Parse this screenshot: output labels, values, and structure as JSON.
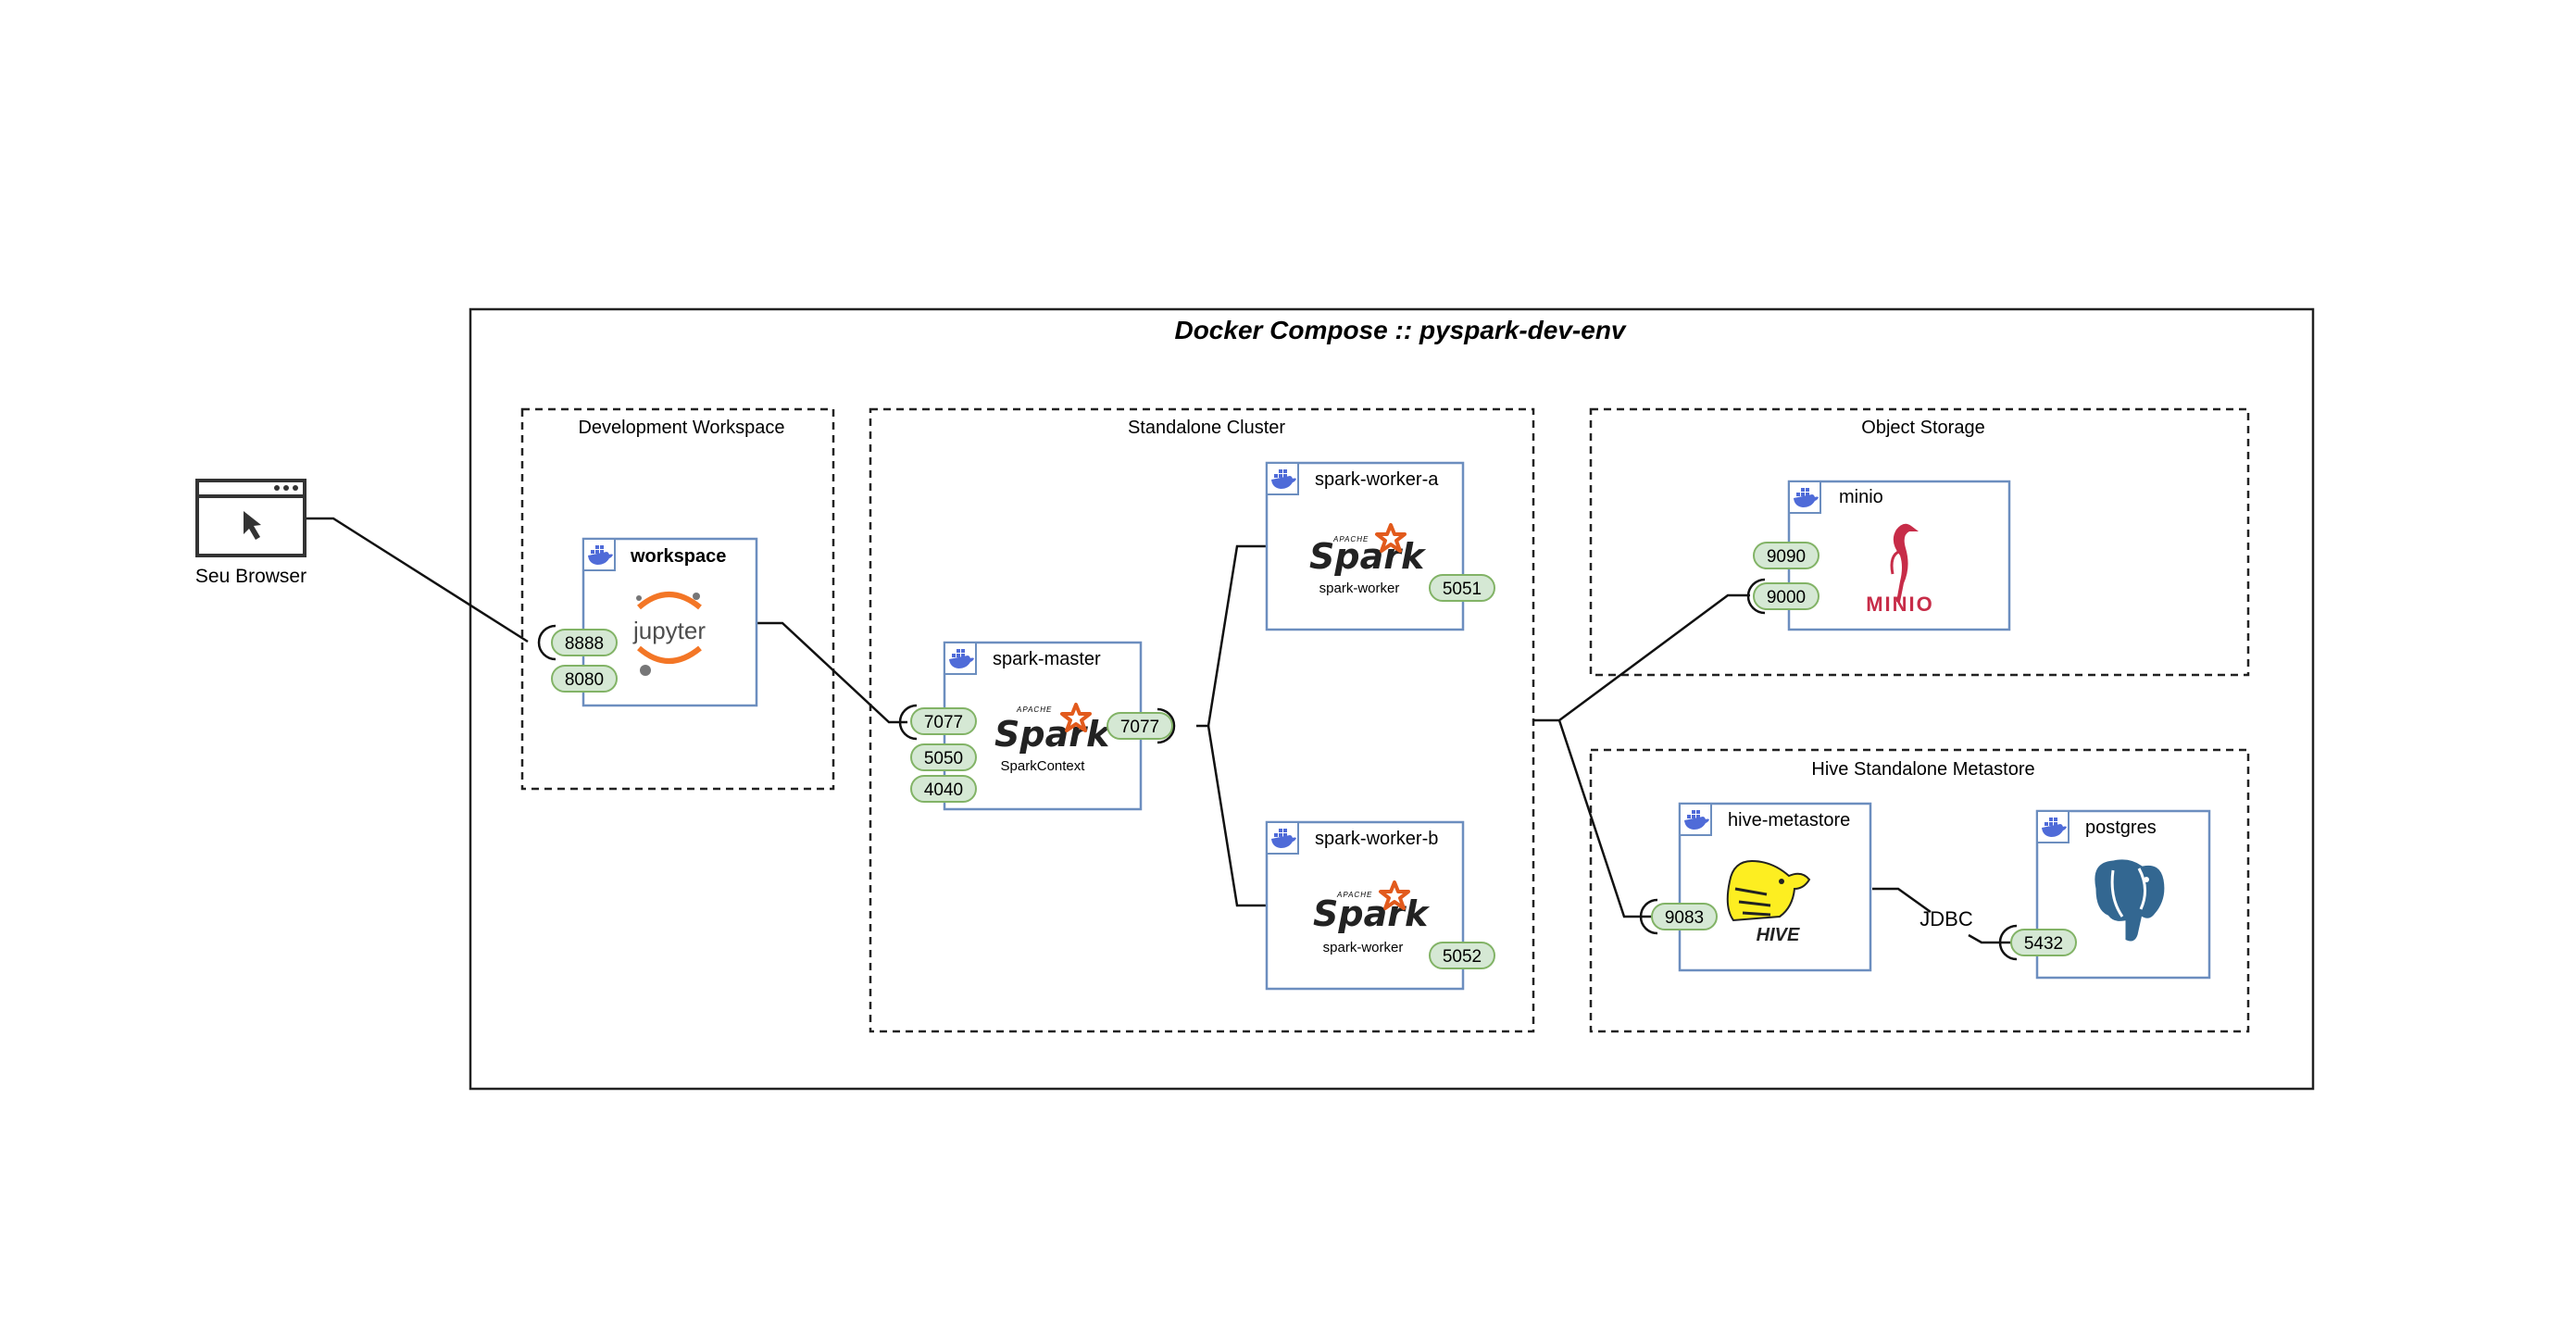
{
  "title": "Docker Compose :: pyspark-dev-env",
  "browser": {
    "label": "Seu Browser",
    "icon": "browser-window-cursor-icon"
  },
  "groups": [
    {
      "id": "dev",
      "label": "Development Workspace"
    },
    {
      "id": "cluster",
      "label": "Standalone Cluster"
    },
    {
      "id": "storage",
      "label": "Object Storage"
    },
    {
      "id": "hive",
      "label": "Hive Standalone Metastore"
    }
  ],
  "services": {
    "workspace": {
      "name": "workspace",
      "logo": "jupyter-logo",
      "logo_text": "jupyter",
      "ports": [
        "8888",
        "8080"
      ]
    },
    "spark_master": {
      "name": "spark-master",
      "logo": "spark-logo",
      "sub": "SparkContext",
      "ports": [
        "7077",
        "5050",
        "4040"
      ],
      "out_port": "7077"
    },
    "spark_worker_a": {
      "name": "spark-worker-a",
      "logo": "spark-logo",
      "sub": "spark-worker",
      "ports": [
        "5051"
      ]
    },
    "spark_worker_b": {
      "name": "spark-worker-b",
      "logo": "spark-logo",
      "sub": "spark-worker",
      "ports": [
        "5052"
      ]
    },
    "minio": {
      "name": "minio",
      "logo": "minio-logo",
      "logo_text": "MINIO",
      "ports": [
        "9090",
        "9000"
      ]
    },
    "hive_metastore": {
      "name": "hive-metastore",
      "logo": "hive-logo",
      "logo_text": "HIVE",
      "ports": [
        "9083"
      ]
    },
    "postgres": {
      "name": "postgres",
      "logo": "postgres-elephant-logo",
      "ports": [
        "5432"
      ]
    }
  },
  "logo_texts": {
    "spark": "Spark",
    "apache": "APACHE"
  },
  "edges": {
    "jdbc_label": "JDBC"
  },
  "colors": {
    "port_fill": "#d5e8d4",
    "port_stroke": "#82b366",
    "service_border": "#6c8ebf",
    "docker_blue": "#4f6bd8",
    "spark_orange": "#e25a1c",
    "jupyter_orange": "#f37626",
    "minio_red": "#c72c48",
    "hive_yellow": "#fdee21",
    "postgres_blue": "#336791"
  }
}
